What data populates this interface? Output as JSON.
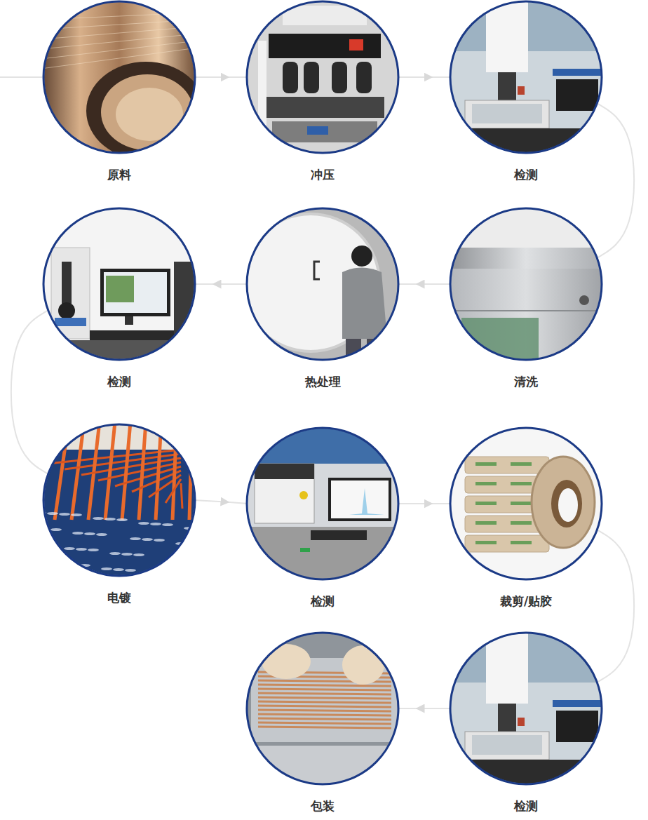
{
  "diagram": {
    "nodes": [
      {
        "text": [
          "原料"
        ]
      },
      {
        "text": [
          "冲压"
        ]
      },
      {
        "text": [
          "检测"
        ]
      },
      {
        "text": [
          "检测"
        ]
      },
      {
        "text": [
          "热处理"
        ]
      },
      {
        "text": [
          "清洗"
        ]
      },
      {
        "text": [
          "电镀"
        ]
      },
      {
        "text": [
          "检测"
        ]
      },
      {
        "text": [
          "裁剪/贴胶"
        ]
      },
      {
        "text": [
          "包装"
        ]
      },
      {
        "text": [
          "检测"
        ]
      }
    ],
    "edges": [
      {
        "from": 0,
        "to": 1,
        "arrow": "to"
      },
      {
        "from": 1,
        "to": 2,
        "arrow": "to"
      },
      {
        "from": 2,
        "to": 5,
        "arrow": "none"
      },
      {
        "from": 5,
        "to": 4,
        "arrow": "to"
      },
      {
        "from": 4,
        "to": 3,
        "arrow": "to"
      },
      {
        "from": 3,
        "to": 6,
        "arrow": "none"
      },
      {
        "from": 6,
        "to": 7,
        "arrow": "to"
      },
      {
        "from": 7,
        "to": 8,
        "arrow": "to"
      },
      {
        "from": 8,
        "to": 10,
        "arrow": "none"
      },
      {
        "from": 10,
        "to": 9,
        "arrow": "to"
      }
    ]
  }
}
